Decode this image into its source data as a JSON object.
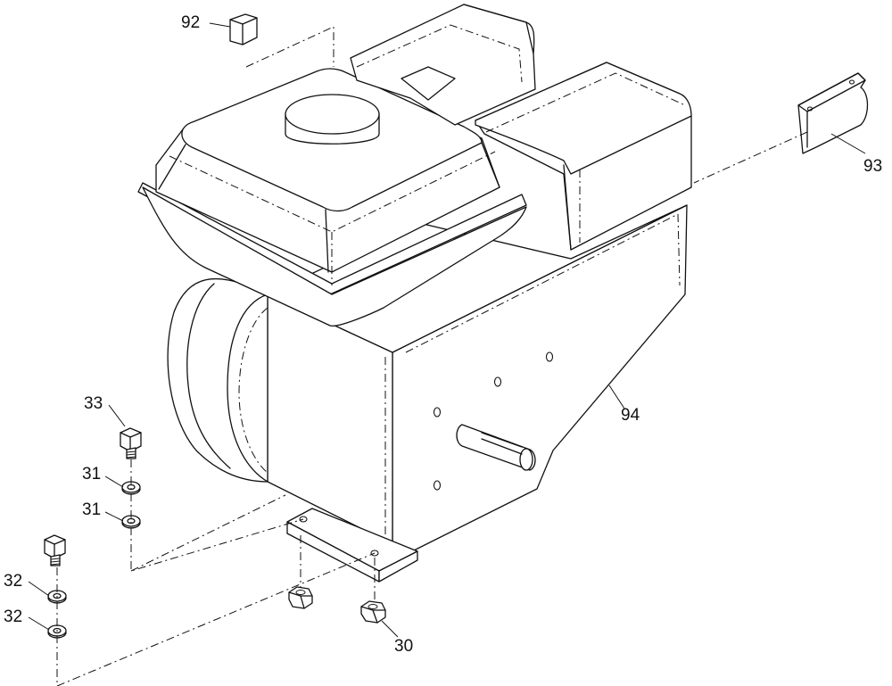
{
  "callouts": [
    {
      "id": "c92",
      "text": "92"
    },
    {
      "id": "c93",
      "text": "93"
    },
    {
      "id": "c94",
      "text": "94"
    },
    {
      "id": "c33",
      "text": "33"
    },
    {
      "id": "c31a",
      "text": "31"
    },
    {
      "id": "c31b",
      "text": "31"
    },
    {
      "id": "c32a",
      "text": "32"
    },
    {
      "id": "c32b",
      "text": "32"
    },
    {
      "id": "c30",
      "text": "30"
    }
  ]
}
